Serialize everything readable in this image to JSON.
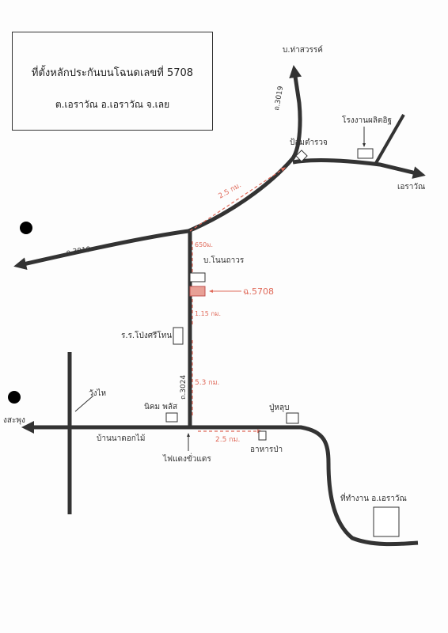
{
  "title": {
    "line1": "ที่ตั้งหลักประกันบนโฉนดเลขที่ 5708",
    "line2": "ต.เอราวัณ  อ.เอราวัณ  จ.เลย"
  },
  "labels": {
    "ban_tha_sawan": "บ.ท่าสวรรค์",
    "road_3019_north": "ถ.3019",
    "factory": "โรงงานผลิตอิฐ",
    "police_box": "ป้อมตำรวจ",
    "erawan": "เอราวัณ",
    "dist_25_upper": "2.5 กม.",
    "road_3019_west": "ถ.3019",
    "dist_650": "650ม.",
    "ban_non_thawon": "บ.โนนถาวร",
    "deed_5708": "ฉ.5708",
    "dist_115": "1.15 กม.",
    "school": "ร.ร.โป่งศรีโทน",
    "road_3024": "ถ.3024",
    "dist_53": "5.3 กม.",
    "wang_sai": "วังไห",
    "nikhom": "นิคม พลัส",
    "pu_horup": "ปู่หลุบ",
    "sa_phung": "งสะพุง",
    "ban_na_dok_mai": "บ้านนาดอกไม้",
    "dist_25_lower": "2.5 กม.",
    "food": "อาหารป่า",
    "traffic_light": "ไฟแดงขั่วแดร",
    "district_office": "ที่ทำงาน อ.เอราวัณ"
  },
  "colors": {
    "road": "#333333",
    "accent": "#e06a5a"
  }
}
